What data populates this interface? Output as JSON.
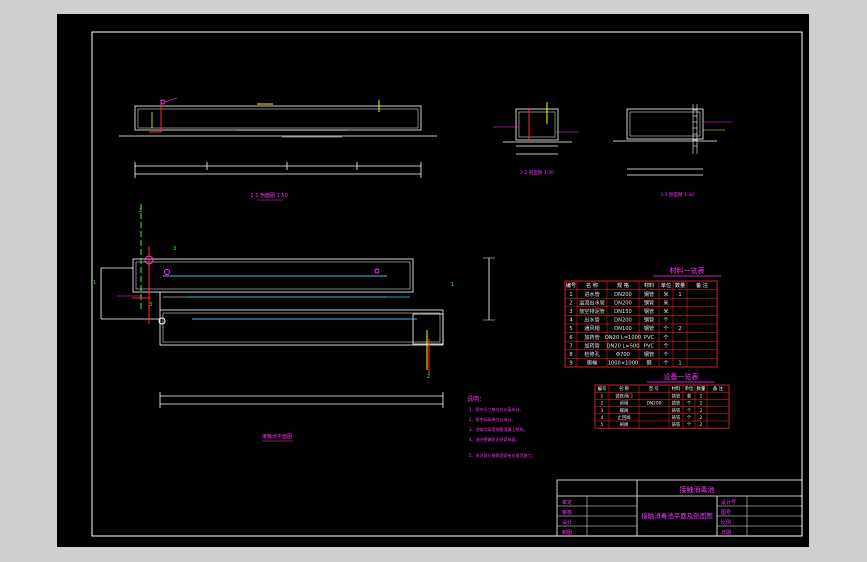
{
  "colors": {
    "background": "#cfcfcf",
    "sheet": "#000000",
    "line_white": "#ffffff",
    "line_red": "#ff2a2a",
    "line_yellow": "#ffff00",
    "line_magenta": "#ff33ff",
    "line_green": "#33ff33",
    "line_cyan": "#33ccff"
  },
  "views": {
    "section_long_caption": "1-1 剖面图 1:50",
    "section_a_caption": "2-2 剖面图 1:30",
    "section_b_caption": "3-3 剖面图 1:30",
    "plan_caption": "接触池平面图",
    "plan_markers": [
      "1",
      "1",
      "2",
      "2",
      "3",
      "3"
    ]
  },
  "materials_table": {
    "title": "材料一览表",
    "headers": [
      "编号",
      "名 称",
      "规 格",
      "材料",
      "单位",
      "数量",
      "备 注"
    ],
    "rows": [
      [
        "1",
        "进水管",
        "DN200",
        "钢管",
        "米",
        "1",
        ""
      ],
      [
        "2",
        "溢流出水管",
        "DN200",
        "钢管",
        "米",
        "",
        ""
      ],
      [
        "3",
        "放空排泥管",
        "DN150",
        "钢管",
        "米",
        "",
        ""
      ],
      [
        "4",
        "出水管",
        "DN200",
        "钢管",
        "个",
        "",
        ""
      ],
      [
        "5",
        "通风帽",
        "DN100",
        "钢管",
        "个",
        "2",
        ""
      ],
      [
        "6",
        "加药管",
        "DN20 L=1000",
        "PVC",
        "个",
        "",
        ""
      ],
      [
        "7",
        "加药管",
        "DN20 L=500",
        "PVC",
        "个",
        "",
        ""
      ],
      [
        "8",
        "检修孔",
        "Φ700",
        "钢管",
        "个",
        "",
        ""
      ],
      [
        "9",
        "爬梯",
        "1000×1000",
        "钢",
        "个",
        "1",
        ""
      ]
    ]
  },
  "equipment_table": {
    "title": "设备一览表",
    "headers": [
      "编号",
      "名 称",
      "型 号",
      "材料",
      "单位",
      "数量",
      "备 注"
    ],
    "rows": [
      [
        "1",
        "铸铁闸门",
        "",
        "铸铁",
        "套",
        "2",
        ""
      ],
      [
        "2",
        "闸阀",
        "DN200",
        "铸铁",
        "个",
        "2",
        ""
      ],
      [
        "3",
        "蝶阀",
        "",
        "铸铁",
        "个",
        "2",
        ""
      ],
      [
        "4",
        "止回阀",
        "",
        "铸铁",
        "个",
        "2",
        ""
      ],
      [
        "5",
        "闸阀",
        "",
        "铸铁",
        "个",
        "2",
        ""
      ]
    ]
  },
  "notes": {
    "title": "说明：",
    "items": [
      "1、图中尺寸单位均以毫米计。",
      "2、图中标高单位以米计。",
      "3、池体均采用钢筋混凝土结构。",
      "4、池内壁做防水砂浆抹面。",
      "5、未详部分按照国家有关规范施工。"
    ]
  },
  "title_block": {
    "project": "接触消毒池",
    "drawing_title": "接触消毒池平面及剖面图",
    "left_labels": [
      "审定",
      "审核",
      "设计",
      "制图"
    ],
    "right_labels": [
      "设计号",
      "图号",
      "比例",
      "日期"
    ]
  }
}
